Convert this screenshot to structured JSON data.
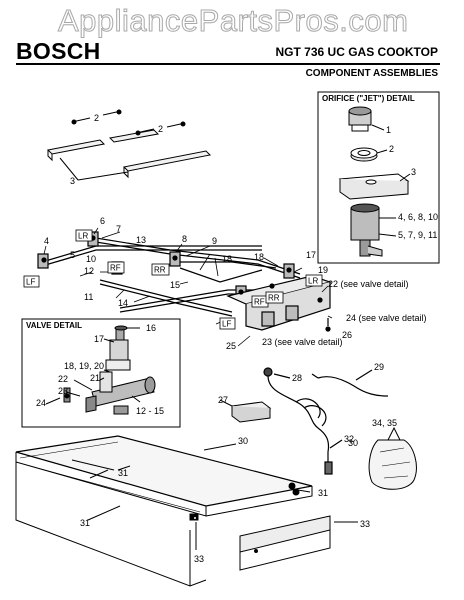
{
  "watermark": "AppliancePartsPros.com",
  "header": {
    "brand": "BOSCH",
    "model": "NGT 736 UC GAS COOKTOP",
    "subtitle": "COMPONENT ASSEMBLIES"
  },
  "orifice_detail": {
    "title": "ORIFICE (\"JET\") DETAIL",
    "labels": [
      "1",
      "2",
      "3",
      "4, 6, 8, 10",
      "5, 7, 9, 11"
    ]
  },
  "valve_detail": {
    "title": "VALVE DETAIL",
    "labels": [
      "16",
      "17",
      "18, 19, 20",
      "21",
      "22",
      "23",
      "24",
      "12 - 15"
    ]
  },
  "burner_tags": [
    "LR",
    "RF",
    "RR",
    "LF",
    "RF",
    "LR",
    "RR",
    "LF"
  ],
  "callouts": {
    "c2a": "2",
    "c2b": "2",
    "c3": "3",
    "c4": "4",
    "c5": "5",
    "c6": "6",
    "c7": "7",
    "c8": "8",
    "c9": "9",
    "c10": "10",
    "c11": "11",
    "c12": "12",
    "c13": "13",
    "c14": "14",
    "c15": "15",
    "c17": "17",
    "c18": "18",
    "c19": "19",
    "c22": "22 (see valve detail)",
    "c24": "24 (see valve detail)",
    "c23": "23 (see valve detail)",
    "c25": "25",
    "c26": "26",
    "c27": "27",
    "c28": "28",
    "c29": "29",
    "c30a": "30",
    "c30b": "30",
    "c31a": "31",
    "c31b": "31",
    "c31c": "31",
    "c32": "32",
    "c33a": "33",
    "c33b": "33",
    "c3435": "34, 35"
  }
}
